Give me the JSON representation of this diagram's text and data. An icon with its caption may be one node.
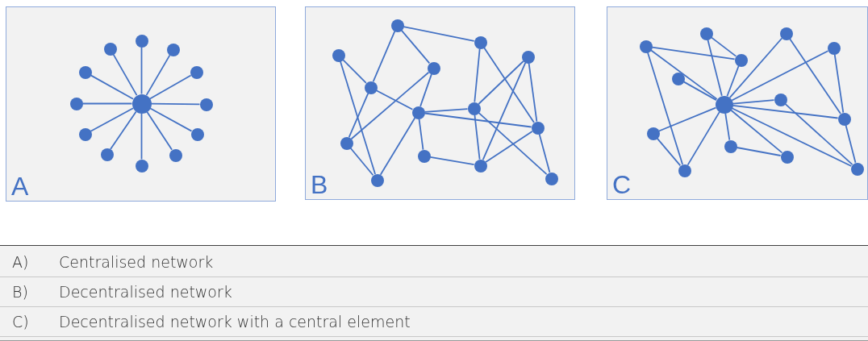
{
  "diagram": {
    "nodes": [
      {
        "text": [
          "A"
        ]
      },
      {
        "text": [],
        "shape": "circle",
        "in": 0
      },
      {
        "text": [],
        "shape": "circle",
        "in": 0
      },
      {
        "text": [],
        "shape": "circle",
        "in": 0
      },
      {
        "text": [],
        "shape": "circle",
        "in": 0
      },
      {
        "text": [],
        "shape": "circle",
        "in": 0
      },
      {
        "text": [],
        "shape": "circle",
        "in": 0
      },
      {
        "text": [],
        "shape": "circle",
        "in": 0
      },
      {
        "text": [],
        "shape": "circle",
        "in": 0
      },
      {
        "text": [],
        "shape": "circle",
        "in": 0
      },
      {
        "text": [],
        "shape": "circle",
        "in": 0
      },
      {
        "text": [],
        "shape": "circle",
        "in": 0
      },
      {
        "text": [],
        "shape": "circle",
        "in": 0
      },
      {
        "text": [],
        "shape": "circle",
        "in": 0
      },
      {
        "text": [
          "B"
        ]
      },
      {
        "text": [],
        "shape": "circle",
        "in": 14
      },
      {
        "text": [],
        "shape": "circle",
        "in": 14
      },
      {
        "text": [],
        "shape": "circle",
        "in": 14
      },
      {
        "text": [],
        "shape": "circle",
        "in": 14
      },
      {
        "text": [],
        "shape": "circle",
        "in": 14
      },
      {
        "text": [],
        "shape": "circle",
        "in": 14
      },
      {
        "text": [],
        "shape": "circle",
        "in": 14
      },
      {
        "text": [],
        "shape": "circle",
        "in": 14
      },
      {
        "text": [],
        "shape": "circle",
        "in": 14
      },
      {
        "text": [],
        "shape": "circle",
        "in": 14
      },
      {
        "text": [],
        "shape": "circle",
        "in": 14
      },
      {
        "text": [],
        "shape": "circle",
        "in": 14
      },
      {
        "text": [],
        "shape": "circle",
        "in": 14
      },
      {
        "text": [],
        "shape": "circle",
        "in": 14
      },
      {
        "text": [
          "C"
        ]
      },
      {
        "text": [],
        "shape": "circle",
        "in": 29
      },
      {
        "text": [],
        "shape": "circle",
        "in": 29
      },
      {
        "text": [],
        "shape": "circle",
        "in": 29
      },
      {
        "text": [],
        "shape": "circle",
        "in": 29
      },
      {
        "text": [],
        "shape": "circle",
        "in": 29
      },
      {
        "text": [],
        "shape": "circle",
        "in": 29
      },
      {
        "text": [],
        "shape": "circle",
        "in": 29
      },
      {
        "text": [],
        "shape": "circle",
        "in": 29
      },
      {
        "text": [],
        "shape": "circle",
        "in": 29
      },
      {
        "text": [],
        "shape": "circle",
        "in": 29
      },
      {
        "text": [],
        "shape": "circle",
        "in": 29
      },
      {
        "text": [],
        "shape": "circle",
        "in": 29
      },
      {
        "text": [],
        "shape": "circle",
        "in": 29
      },
      {
        "text": [],
        "shape": "circle",
        "in": 29
      }
    ],
    "edges": [
      {
        "from": 7,
        "to": 1,
        "arrow": "none"
      },
      {
        "from": 7,
        "to": 2,
        "arrow": "none"
      },
      {
        "from": 7,
        "to": 3,
        "arrow": "none"
      },
      {
        "from": 7,
        "to": 4,
        "arrow": "none"
      },
      {
        "from": 7,
        "to": 5,
        "arrow": "none"
      },
      {
        "from": 7,
        "to": 6,
        "arrow": "none"
      },
      {
        "from": 7,
        "to": 8,
        "arrow": "none"
      },
      {
        "from": 7,
        "to": 9,
        "arrow": "none"
      },
      {
        "from": 7,
        "to": 10,
        "arrow": "none"
      },
      {
        "from": 7,
        "to": 11,
        "arrow": "none"
      },
      {
        "from": 7,
        "to": 12,
        "arrow": "none"
      },
      {
        "from": 7,
        "to": 13,
        "arrow": "none"
      },
      {
        "from": 15,
        "to": 16,
        "arrow": "none"
      },
      {
        "from": 15,
        "to": 20,
        "arrow": "none"
      },
      {
        "from": 15,
        "to": 19,
        "arrow": "none"
      },
      {
        "from": 17,
        "to": 20,
        "arrow": "none"
      },
      {
        "from": 17,
        "to": 27,
        "arrow": "none"
      },
      {
        "from": 20,
        "to": 21,
        "arrow": "none"
      },
      {
        "from": 20,
        "to": 24,
        "arrow": "none"
      },
      {
        "from": 19,
        "to": 24,
        "arrow": "none"
      },
      {
        "from": 19,
        "to": 21,
        "arrow": "none"
      },
      {
        "from": 21,
        "to": 27,
        "arrow": "none"
      },
      {
        "from": 21,
        "to": 22,
        "arrow": "none"
      },
      {
        "from": 21,
        "to": 23,
        "arrow": "none"
      },
      {
        "from": 21,
        "to": 25,
        "arrow": "none"
      },
      {
        "from": 25,
        "to": 26,
        "arrow": "none"
      },
      {
        "from": 16,
        "to": 22,
        "arrow": "none"
      },
      {
        "from": 16,
        "to": 23,
        "arrow": "none"
      },
      {
        "from": 18,
        "to": 22,
        "arrow": "none"
      },
      {
        "from": 18,
        "to": 26,
        "arrow": "none"
      },
      {
        "from": 18,
        "to": 23,
        "arrow": "none"
      },
      {
        "from": 22,
        "to": 26,
        "arrow": "none"
      },
      {
        "from": 22,
        "to": 28,
        "arrow": "none"
      },
      {
        "from": 23,
        "to": 26,
        "arrow": "none"
      },
      {
        "from": 23,
        "to": 28,
        "arrow": "none"
      },
      {
        "from": 24,
        "to": 27,
        "arrow": "none"
      },
      {
        "from": 32,
        "to": 34,
        "arrow": "none"
      },
      {
        "from": 32,
        "to": 36,
        "arrow": "none"
      },
      {
        "from": 32,
        "to": 42,
        "arrow": "none"
      },
      {
        "from": 30,
        "to": 34,
        "arrow": "none"
      },
      {
        "from": 30,
        "to": 36,
        "arrow": "none"
      },
      {
        "from": 34,
        "to": 36,
        "arrow": "none"
      },
      {
        "from": 35,
        "to": 36,
        "arrow": "none"
      },
      {
        "from": 31,
        "to": 36,
        "arrow": "none"
      },
      {
        "from": 31,
        "to": 38,
        "arrow": "none"
      },
      {
        "from": 33,
        "to": 36,
        "arrow": "none"
      },
      {
        "from": 33,
        "to": 38,
        "arrow": "none"
      },
      {
        "from": 36,
        "to": 37,
        "arrow": "none"
      },
      {
        "from": 36,
        "to": 38,
        "arrow": "none"
      },
      {
        "from": 36,
        "to": 39,
        "arrow": "none"
      },
      {
        "from": 36,
        "to": 42,
        "arrow": "none"
      },
      {
        "from": 36,
        "to": 40,
        "arrow": "none"
      },
      {
        "from": 36,
        "to": 41,
        "arrow": "none"
      },
      {
        "from": 36,
        "to": 43,
        "arrow": "none"
      },
      {
        "from": 37,
        "to": 43,
        "arrow": "none"
      },
      {
        "from": 38,
        "to": 43,
        "arrow": "none"
      },
      {
        "from": 39,
        "to": 42,
        "arrow": "none"
      },
      {
        "from": 40,
        "to": 41,
        "arrow": "none"
      }
    ],
    "labels": [
      "A)",
      "Centralised network",
      "B)",
      "Decentralised network",
      "C)",
      "Decentralised network with a central element"
    ]
  }
}
